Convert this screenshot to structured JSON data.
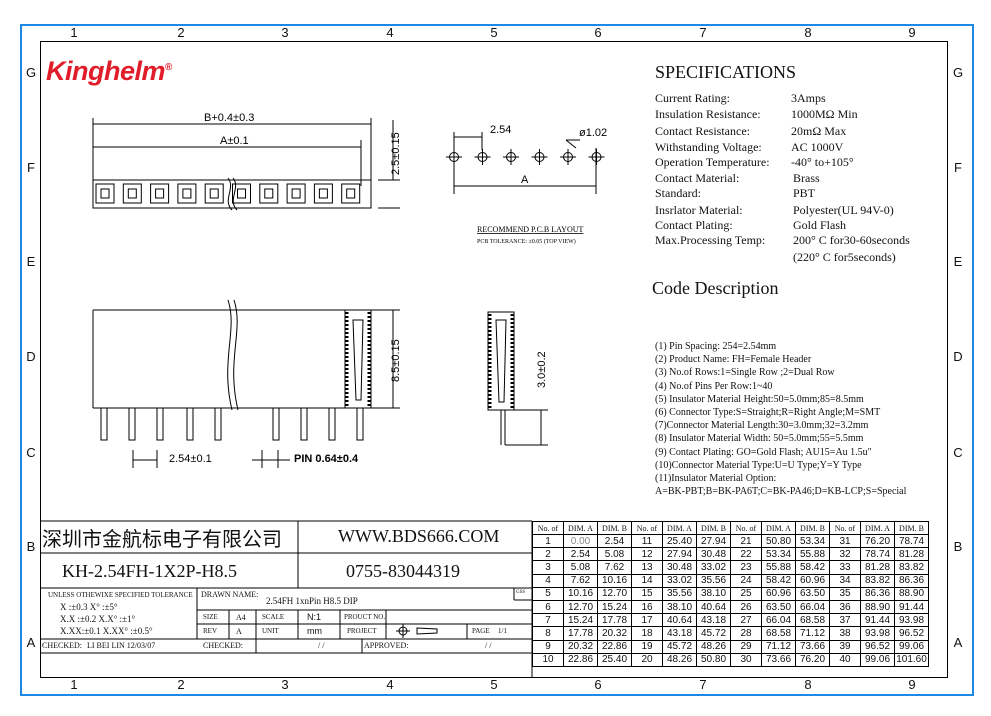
{
  "grid": {
    "numbers": [
      "1",
      "2",
      "3",
      "4",
      "5",
      "6",
      "7",
      "8",
      "9"
    ],
    "letters": [
      "G",
      "F",
      "E",
      "D",
      "C",
      "B",
      "A"
    ]
  },
  "brand": {
    "logo": "Kinghelm",
    "reg": "®"
  },
  "specs": {
    "title": "SPECIFICATIONS",
    "rows": [
      {
        "label": "Current Rating:",
        "value": "3Amps"
      },
      {
        "label": "Insulation Resistance:",
        "value": "1000MΩ Min"
      },
      {
        "label": "Contact Resistance:",
        "value": "20mΩ  Max"
      },
      {
        "label": "Withstanding Voltage:",
        "value": "AC 1000V"
      },
      {
        "label": "Operation Temperature:",
        "value": "-40° to+105°"
      },
      {
        "label": "Contact Material:",
        "value": "Brass"
      },
      {
        "label": "Standard:",
        "value": "PBT"
      },
      {
        "label": "Insrlator Material:",
        "value": "Polyester(UL 94V-0)"
      },
      {
        "label": "Contact Plating:",
        "value": "Gold Flash"
      },
      {
        "label": "Max.Processing Temp:",
        "value": "200° C for30-60seconds"
      },
      {
        "label": "",
        "value": "(220° C for5seconds)"
      }
    ]
  },
  "code": {
    "title": "Code Description",
    "items": [
      "(1) Pin Spacing: 254=2.54mm",
      "(2) Product Name: FH=Female Header",
      "(3) No.of Rows:1=Single Row ;2=Dual Row",
      "(4) No.of Pins Per Row:1~40",
      "(5) Insulator Material Height:50=5.0mm;85=8.5mm",
      "(6) Connector Type:S=Straight;R=Right Angle;M=SMT",
      "(7)Connector Material Length:30=3.0mm;32=3.2mm",
      "(8) Insulator Material Width: 50=5.0mm;55=5.5mm",
      "(9) Contact Plating: GO=Gold Flash; AU15=Au 1.5u\"",
      "(10)Connector Material Type:U=U Type;Y=Y Type",
      "(11)Insulator Material Option:",
      "   A=BK-PBT;B=BK-PA6T;C=BK-PA46;D=KB-LCP;S=Special"
    ]
  },
  "drawing": {
    "dim_b": "B+0.4±0.3",
    "dim_a": "A±0.1",
    "dim_h1": "2.5±0.15",
    "dim_pitch_top": "2.54",
    "dim_hole": "ø1.02",
    "dim_a2": "A",
    "pcb_title": "RECOMMEND P.C.B LAYOUT",
    "pcb_tol": "PCB TOLERANCE: ±0.05 (TOP VIEW)",
    "dim_h2": "8.5±0.15",
    "dim_h3": "3.0±0.2",
    "dim_pitch": "2.54±0.1",
    "dim_pin": "PIN 0.64±0.4"
  },
  "titleblock": {
    "company": "深圳市金航标电子有限公司",
    "website": "WWW.BDS666.COM",
    "part": "KH-2.54FH-1X2P-H8.5",
    "phone": "0755-83044319",
    "tol_title": "UNLESS OTHEWIXE SPECIFIED TOLERANCE",
    "tol_rows": [
      "X   :±0.3  X°   :±5°",
      "X.X :±0.2  X.X° :±1°",
      "X.XX:±0.1  X.XX° :±0.5°"
    ],
    "drawn_label": "DRAWN NAME:",
    "drawn_value": "2.54FH  1xnPin  H8.5  DIP",
    "size_label": "SIZE",
    "size_value": "A4",
    "scale_label": "SCALE",
    "scale_value": "N:1",
    "product_label": "PROUCT NO.",
    "rev_label": "REV",
    "rev_value": "A",
    "unit_label": "UNIT",
    "unit_value": "mm",
    "project_label": "PROJECT",
    "page_label": "PAGE",
    "page_value": "1/1",
    "checked1_label": "CHECKED:",
    "checked1_value": "LI BEI LIN  12/03/07",
    "checked2_label": "CHECKED:",
    "checked2_value": "/  /",
    "approved_label": "APPROVED:",
    "approved_value": "/  /",
    "gss": "GSS"
  },
  "dimtable": {
    "headers": [
      "No. of",
      "DIM. A",
      "DIM. B"
    ],
    "rows": [
      [
        [
          "1",
          "0.00",
          "2.54"
        ],
        [
          "11",
          "25.40",
          "27.94"
        ],
        [
          "21",
          "50.80",
          "53.34"
        ],
        [
          "31",
          "76.20",
          "78.74"
        ]
      ],
      [
        [
          "2",
          "2.54",
          "5.08"
        ],
        [
          "12",
          "27.94",
          "30.48"
        ],
        [
          "22",
          "53.34",
          "55.88"
        ],
        [
          "32",
          "78.74",
          "81.28"
        ]
      ],
      [
        [
          "3",
          "5.08",
          "7.62"
        ],
        [
          "13",
          "30.48",
          "33.02"
        ],
        [
          "23",
          "55.88",
          "58.42"
        ],
        [
          "33",
          "81.28",
          "83.82"
        ]
      ],
      [
        [
          "4",
          "7.62",
          "10.16"
        ],
        [
          "14",
          "33.02",
          "35.56"
        ],
        [
          "24",
          "58.42",
          "60.96"
        ],
        [
          "34",
          "83.82",
          "86.36"
        ]
      ],
      [
        [
          "5",
          "10.16",
          "12.70"
        ],
        [
          "15",
          "35.56",
          "38.10"
        ],
        [
          "25",
          "60.96",
          "63.50"
        ],
        [
          "35",
          "86.36",
          "88.90"
        ]
      ],
      [
        [
          "6",
          "12.70",
          "15.24"
        ],
        [
          "16",
          "38.10",
          "40.64"
        ],
        [
          "26",
          "63.50",
          "66.04"
        ],
        [
          "36",
          "88.90",
          "91.44"
        ]
      ],
      [
        [
          "7",
          "15.24",
          "17.78"
        ],
        [
          "17",
          "40.64",
          "43.18"
        ],
        [
          "27",
          "66.04",
          "68.58"
        ],
        [
          "37",
          "91.44",
          "93.98"
        ]
      ],
      [
        [
          "8",
          "17.78",
          "20.32"
        ],
        [
          "18",
          "43.18",
          "45.72"
        ],
        [
          "28",
          "68.58",
          "71.12"
        ],
        [
          "38",
          "93.98",
          "96.52"
        ]
      ],
      [
        [
          "9",
          "20.32",
          "22.86"
        ],
        [
          "19",
          "45.72",
          "48.26"
        ],
        [
          "29",
          "71.12",
          "73.66"
        ],
        [
          "39",
          "96.52",
          "99.06"
        ]
      ],
      [
        [
          "10",
          "22.86",
          "25.40"
        ],
        [
          "20",
          "48.26",
          "50.80"
        ],
        [
          "30",
          "73.66",
          "76.20"
        ],
        [
          "40",
          "99.06",
          "101.60"
        ]
      ]
    ]
  }
}
